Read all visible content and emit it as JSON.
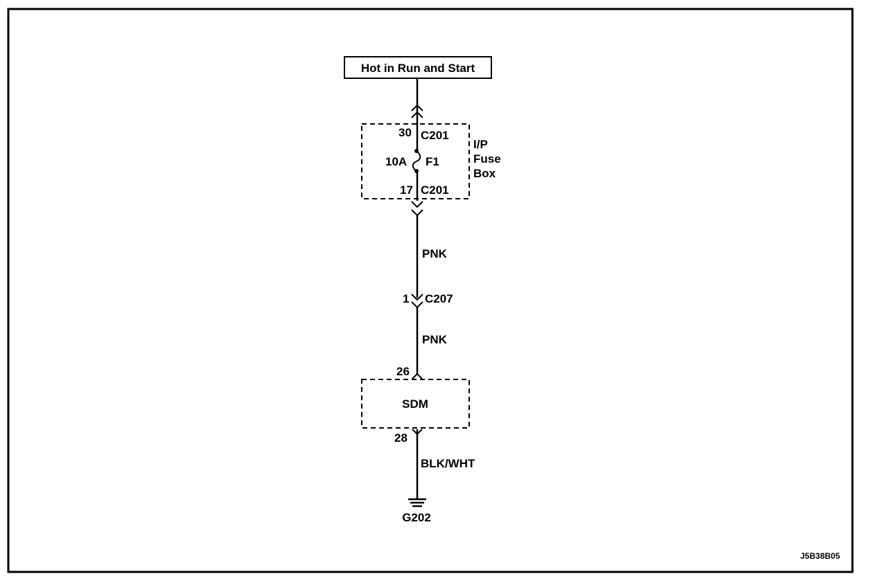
{
  "power_source": {
    "label": "Hot in Run and Start"
  },
  "fuse_box": {
    "name_lines": [
      "I/P",
      "Fuse",
      "Box"
    ],
    "top_pin": "30",
    "top_connector": "C201",
    "fuse_rating": "10A",
    "fuse_id": "F1",
    "bottom_pin": "17",
    "bottom_connector": "C201"
  },
  "wire_1": {
    "color": "PNK"
  },
  "inline_connector": {
    "pin": "1",
    "id": "C207"
  },
  "wire_2": {
    "color": "PNK"
  },
  "module": {
    "name": "SDM",
    "input_pin": "26",
    "output_pin": "28"
  },
  "wire_3": {
    "color": "BLK/WHT"
  },
  "ground": {
    "id": "G202"
  },
  "figure_id": "J5B38B05"
}
